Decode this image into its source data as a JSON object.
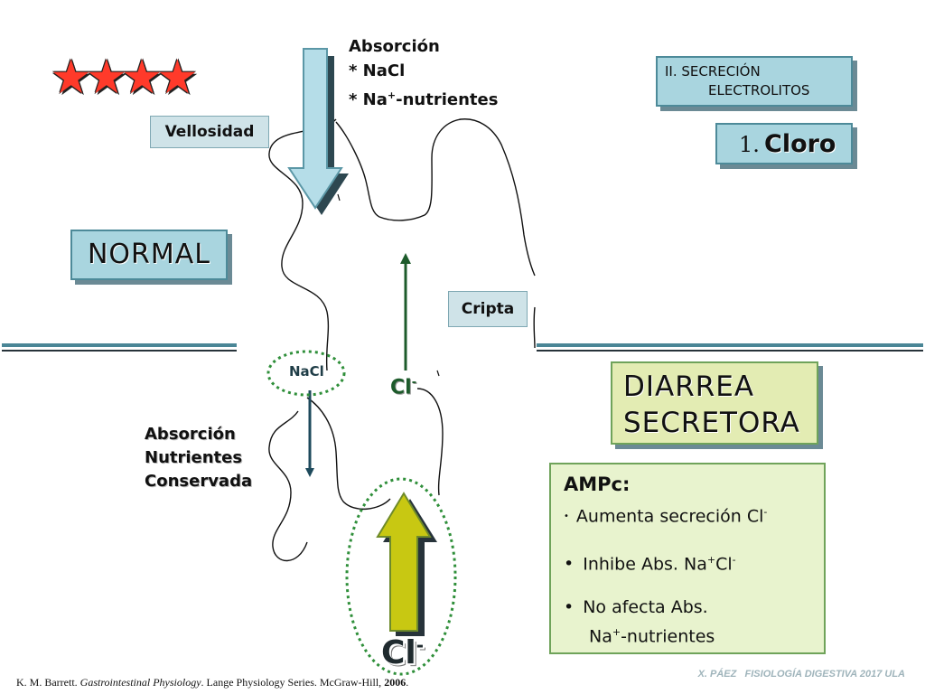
{
  "stars": "★★★★",
  "section": {
    "line1": "II. SECRECIÓN",
    "line2": "ELECTROLITOS"
  },
  "subtitle": {
    "number": "1.",
    "text": "Cloro"
  },
  "absorption_top": {
    "title": "Absorción",
    "item1": "* NaCl",
    "item2": "* Na",
    "item2_sup": "+",
    "item2_rest": "-nutrientes"
  },
  "villus_label": "Vellosidad",
  "normal_label": "NORMAL",
  "crypt_label": "Cripta",
  "cl_small": {
    "base": "Cl",
    "sup": "-"
  },
  "nacl_label": "NaCl",
  "absorption_bottom": {
    "line1": "Absorción",
    "line2": "Nutrientes",
    "line3": "Conservada"
  },
  "diarrhea": {
    "line1": "DIARREA",
    "line2": "SECRETORA"
  },
  "ampc": {
    "title": "AMPc:",
    "b1": "Aumenta secreción Cl",
    "b1_sup": "-",
    "b2_pre": "Inhibe Abs. Na",
    "b2_sup1": "+",
    "b2_mid": "Cl",
    "b2_sup2": "-",
    "b3_line1": "No afecta Abs.",
    "b3_line2_pre": "Na",
    "b3_line2_sup": "+",
    "b3_line2_rest": "-nutrientes"
  },
  "cl_big": {
    "base": "Cl",
    "sup": "-"
  },
  "citation": {
    "authors": "K. M. Barrett. ",
    "title": "Gastrointestinal Physiology",
    "rest": ". Lange Physiology Series. McGraw-Hill, ",
    "year": "2006",
    "end": "."
  },
  "credit": "X. PÁEZ   FISIOLOGÍA DIGESTIVA 2017 ULA",
  "colors": {
    "accent_box": "#a9d5df",
    "diarrhea_box": "#e3ecb3",
    "ampc_box": "#e8f3ce",
    "arrow_blue": "#b5dde8",
    "arrow_green": "#c8c812",
    "dash_green": "#2f8f3a",
    "divider": "#4a8696"
  }
}
